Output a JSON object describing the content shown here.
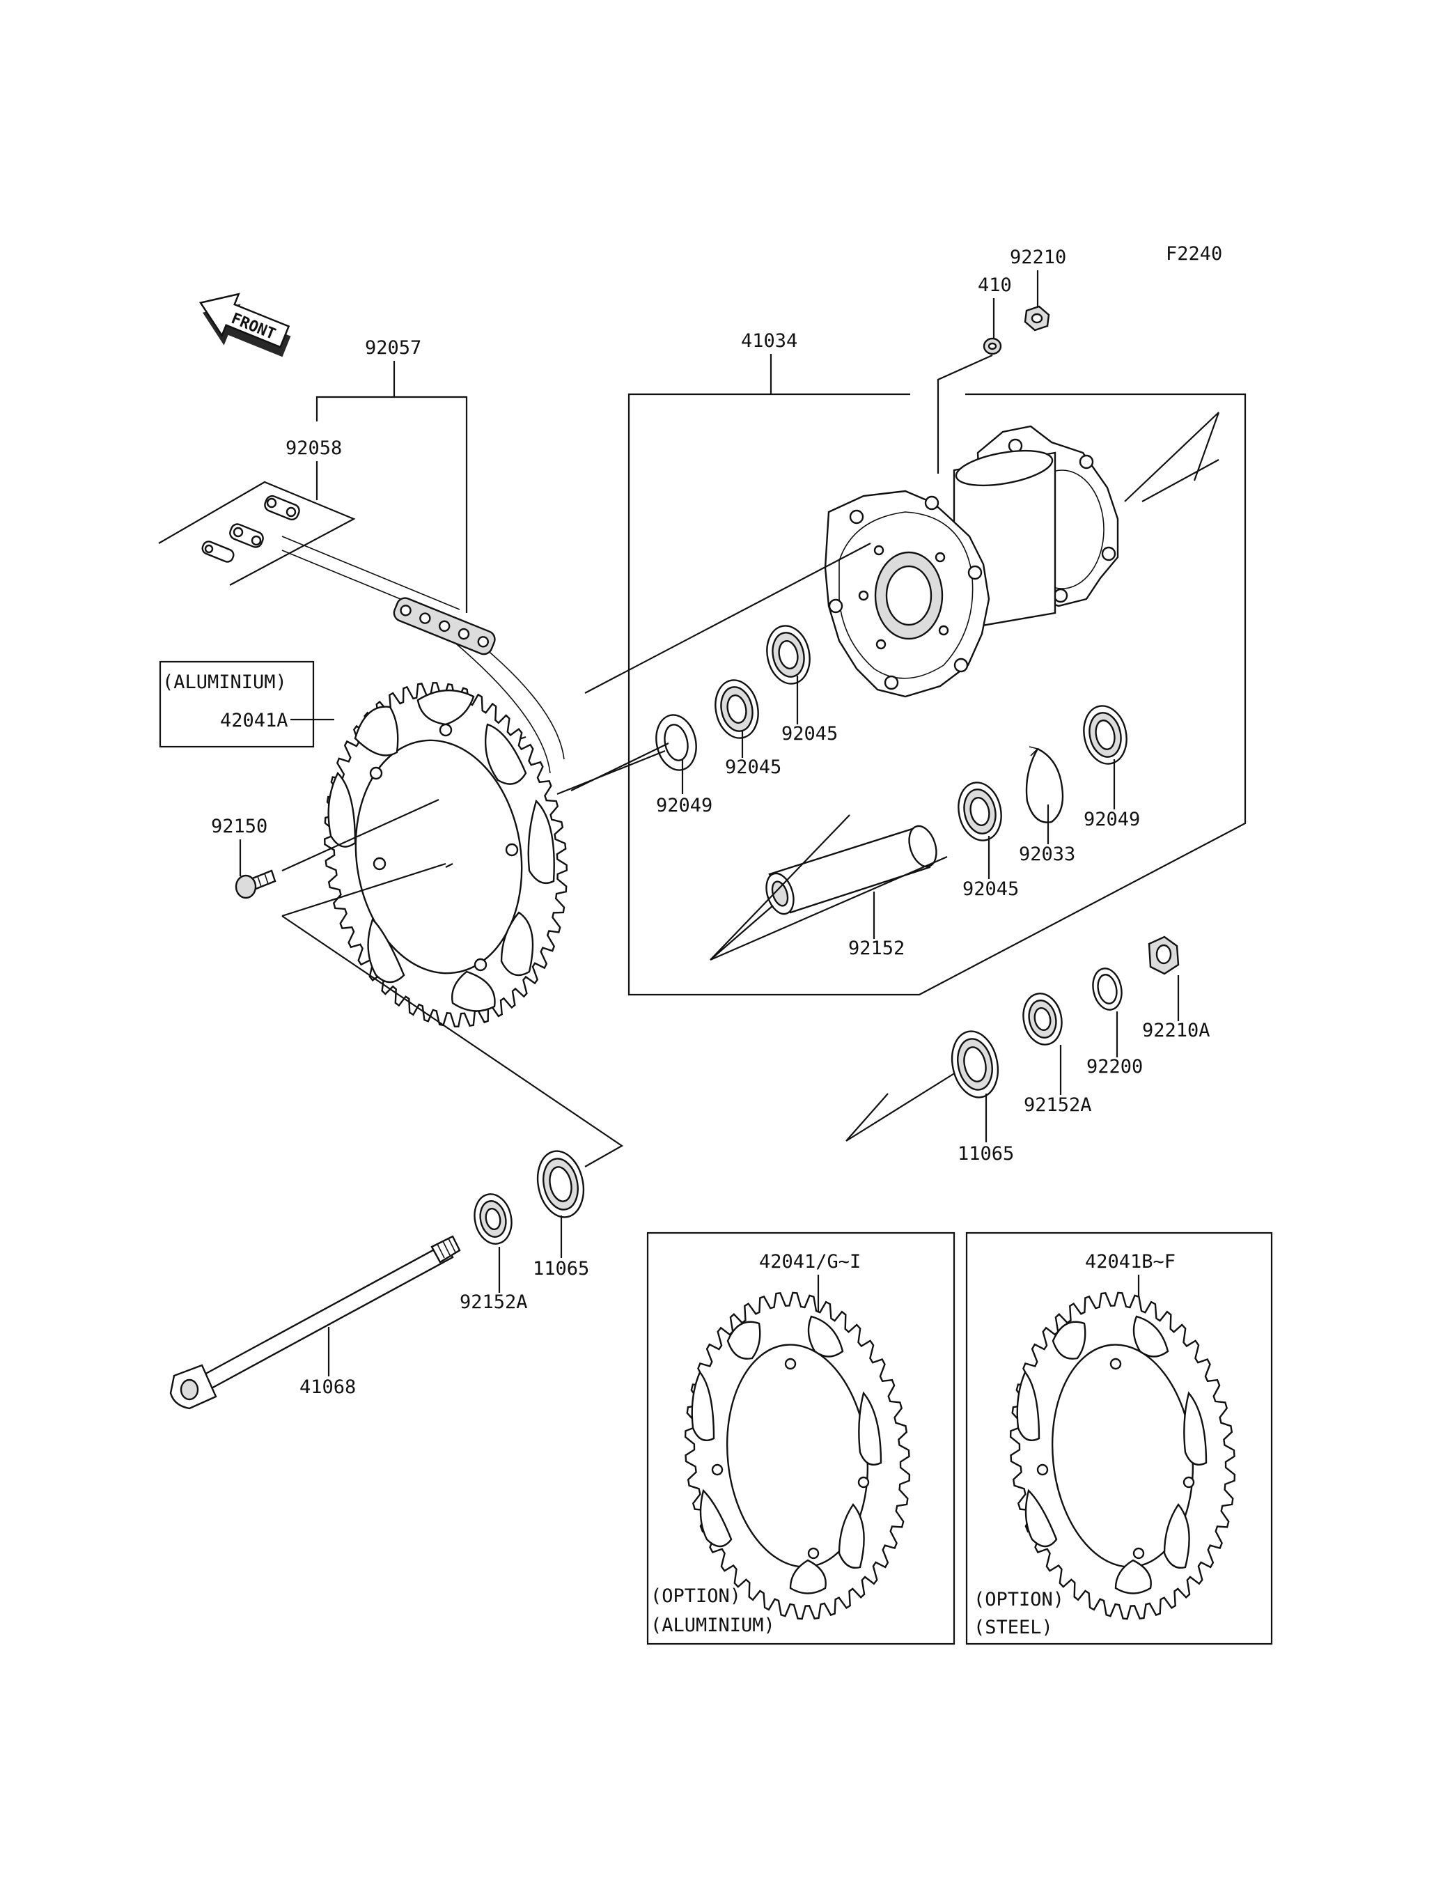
{
  "figure_code": "F2240",
  "front_label": "FRONT",
  "callouts": {
    "p92210": "92210",
    "p410": "410",
    "p41034": "41034",
    "p92057": "92057",
    "p92058": "92058",
    "aluminium_note": "(ALUMINIUM)",
    "p42041A": "42041A",
    "p92150": "92150",
    "p92049_left": "92049",
    "p92045_a": "92045",
    "p92045_b": "92045",
    "p92049_right": "92049",
    "p92033": "92033",
    "p92045_c": "92045",
    "p92152": "92152",
    "p92210A": "92210A",
    "p92200": "92200",
    "p92152A_right": "92152A",
    "p11065_right": "11065",
    "p11065_left": "11065",
    "p92152A_left": "92152A",
    "p41068": "41068"
  },
  "option_boxes": [
    {
      "part": "42041/G~I",
      "line1": "(OPTION)",
      "line2": "(ALUMINIUM)"
    },
    {
      "part": "42041B~F",
      "line1": "(OPTION)",
      "line2": "(STEEL)"
    }
  ]
}
